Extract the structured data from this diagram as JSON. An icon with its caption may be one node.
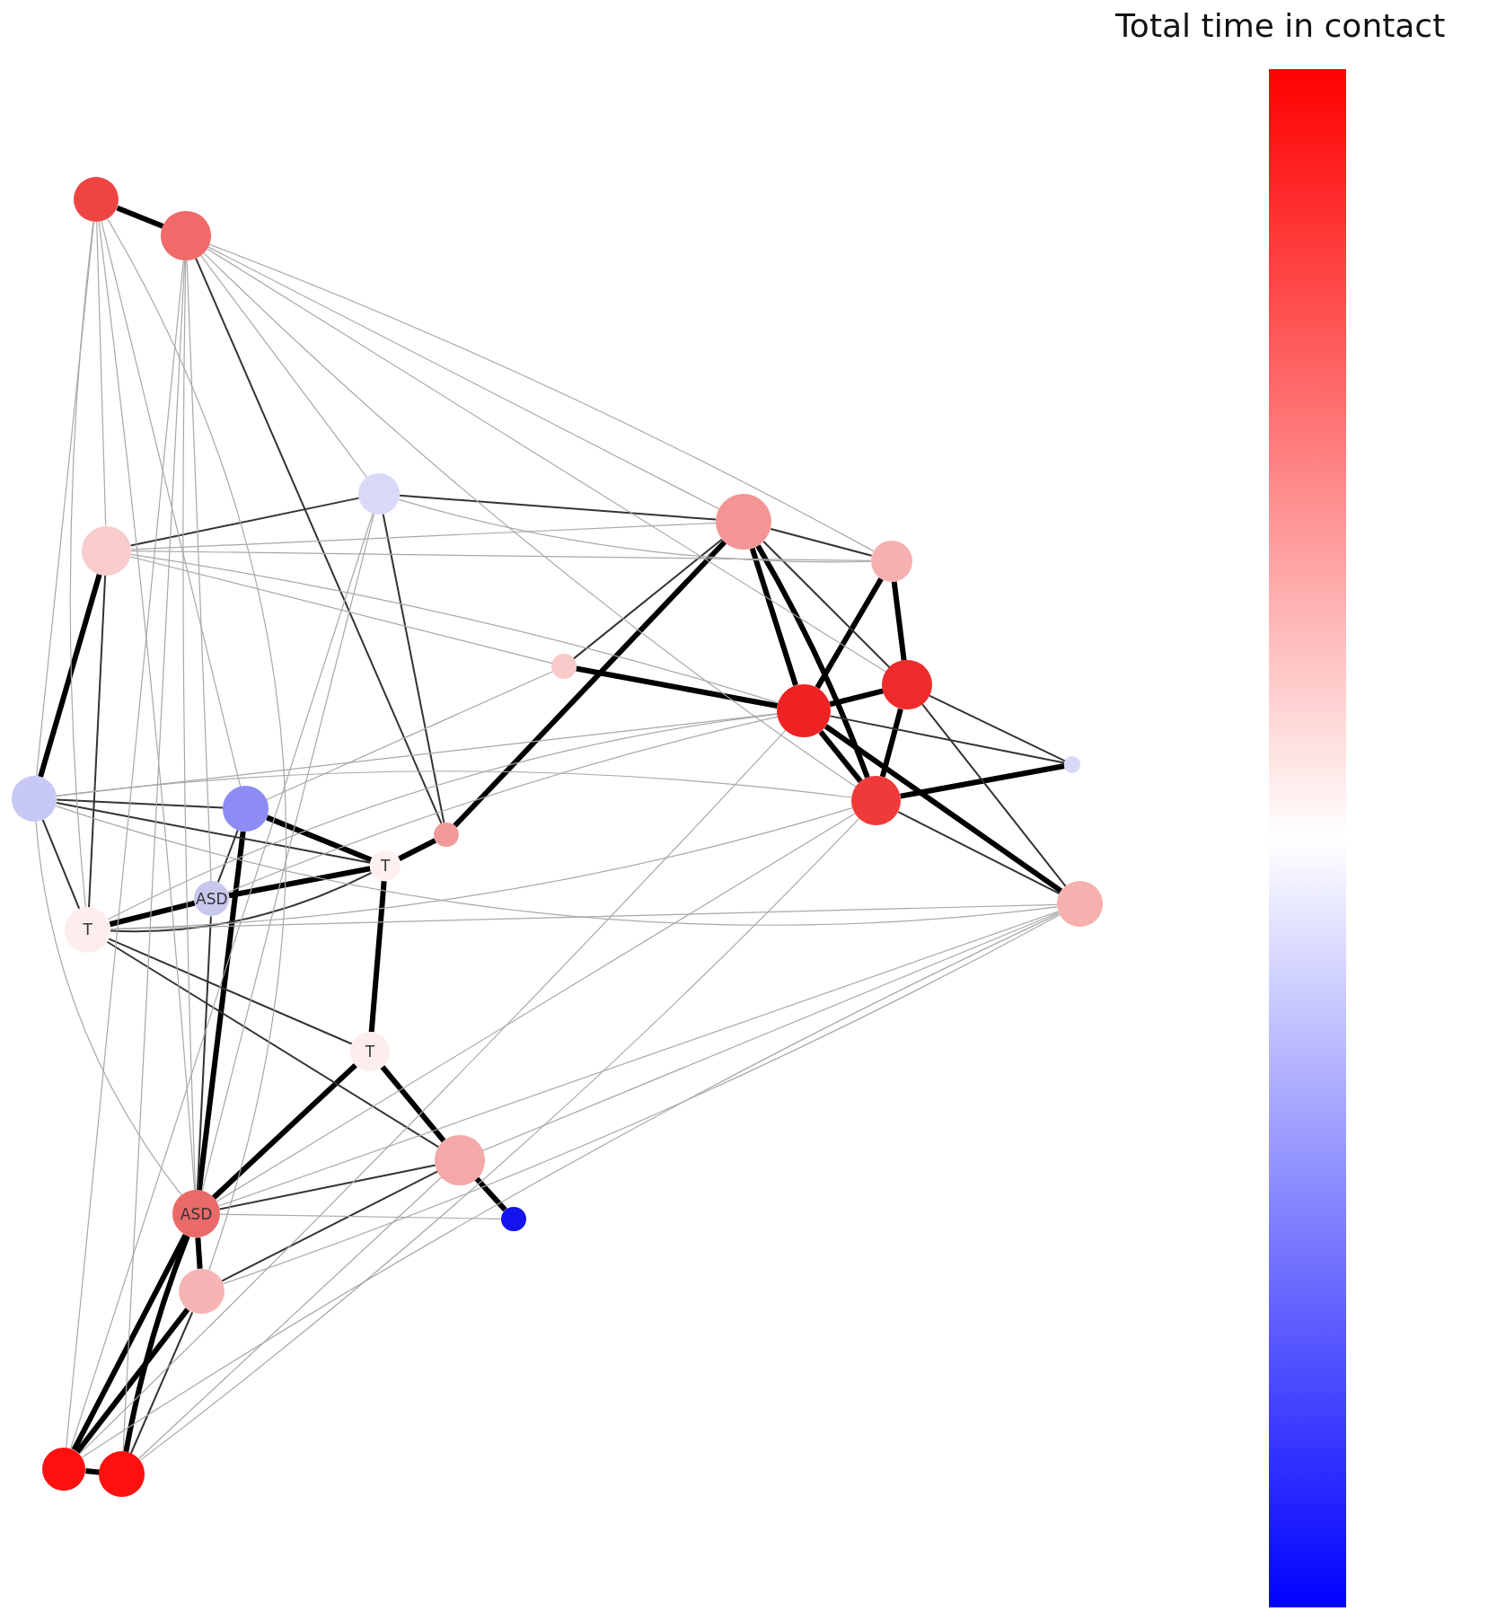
{
  "diagram": {
    "nodes": [
      {
        "text": [],
        "shape": "circle"
      },
      {
        "text": [],
        "shape": "circle"
      },
      {
        "text": [],
        "shape": "circle"
      },
      {
        "text": [],
        "shape": "circle"
      },
      {
        "text": [],
        "shape": "circle"
      },
      {
        "text": [],
        "shape": "circle"
      },
      {
        "text": [],
        "shape": "circle"
      },
      {
        "text": [],
        "shape": "circle"
      },
      {
        "text": [],
        "shape": "circle"
      },
      {
        "text": [],
        "shape": "circle"
      },
      {
        "text": [],
        "shape": "circle"
      },
      {
        "text": [],
        "shape": "circle"
      },
      {
        "text": [],
        "shape": "circle"
      },
      {
        "text": [],
        "shape": "circle"
      },
      {
        "text": [
          "T"
        ]
      },
      {
        "text": [
          "ASD"
        ]
      },
      {
        "text": [],
        "shape": "circle"
      },
      {
        "text": [
          "T"
        ]
      },
      {
        "text": [
          "T"
        ]
      },
      {
        "text": [],
        "shape": "circle"
      },
      {
        "text": [
          "ASD"
        ]
      },
      {
        "text": [],
        "shape": "circle"
      },
      {
        "text": [],
        "shape": "circle"
      },
      {
        "text": [],
        "shape": "circle"
      },
      {
        "text": [],
        "shape": "circle"
      }
    ],
    "edges": [
      {
        "from": 0,
        "to": 1,
        "arrow": "none",
        "style": "thick",
        "color": "#000000"
      },
      {
        "from": 3,
        "to": 8,
        "arrow": "none",
        "style": "thick",
        "color": "#000000"
      },
      {
        "from": 3,
        "to": 13,
        "arrow": "none",
        "style": "thick",
        "color": "#000000"
      },
      {
        "from": 3,
        "to": 11,
        "arrow": "none",
        "style": "thick",
        "color": "#000000"
      },
      {
        "from": 4,
        "to": 10,
        "arrow": "none",
        "style": "thick",
        "color": "#000000"
      },
      {
        "from": 5,
        "to": 7,
        "arrow": "none",
        "style": "thick",
        "color": "#000000"
      },
      {
        "from": 5,
        "to": 8,
        "arrow": "none",
        "style": "thick",
        "color": "#000000"
      },
      {
        "from": 6,
        "to": 8,
        "arrow": "none",
        "style": "thick",
        "color": "#000000"
      },
      {
        "from": 7,
        "to": 8,
        "arrow": "none",
        "style": "thick",
        "color": "#000000"
      },
      {
        "from": 7,
        "to": 11,
        "arrow": "none",
        "style": "thick",
        "color": "#000000"
      },
      {
        "from": 8,
        "to": 11,
        "arrow": "none",
        "style": "thick",
        "color": "#000000"
      },
      {
        "from": 8,
        "to": 16,
        "arrow": "none",
        "style": "thick",
        "color": "#000000"
      },
      {
        "from": 9,
        "to": 11,
        "arrow": "none",
        "style": "thick",
        "color": "#000000"
      },
      {
        "from": 12,
        "to": 14,
        "arrow": "none",
        "style": "thick",
        "color": "#000000"
      },
      {
        "from": 12,
        "to": 20,
        "arrow": "none",
        "style": "thick",
        "color": "#000000"
      },
      {
        "from": 13,
        "to": 14,
        "arrow": "none",
        "style": "thick",
        "color": "#000000"
      },
      {
        "from": 14,
        "to": 15,
        "arrow": "none",
        "style": "thick",
        "color": "#000000"
      },
      {
        "from": 14,
        "to": 18,
        "arrow": "none",
        "style": "thick",
        "color": "#000000"
      },
      {
        "from": 15,
        "to": 17,
        "arrow": "none",
        "style": "thick",
        "color": "#000000"
      },
      {
        "from": 18,
        "to": 19,
        "arrow": "none",
        "style": "thick",
        "color": "#000000"
      },
      {
        "from": 18,
        "to": 20,
        "arrow": "none",
        "style": "thick",
        "color": "#000000"
      },
      {
        "from": 19,
        "to": 21,
        "arrow": "none",
        "style": "thick",
        "color": "#000000"
      },
      {
        "from": 20,
        "to": 22,
        "arrow": "none",
        "style": "thick",
        "color": "#000000"
      },
      {
        "from": 20,
        "to": 23,
        "arrow": "none",
        "style": "thick",
        "color": "#000000"
      },
      {
        "from": 20,
        "to": 24,
        "arrow": "none",
        "style": "thick",
        "color": "#000000"
      },
      {
        "from": 22,
        "to": 23,
        "arrow": "none",
        "style": "thick",
        "color": "#000000"
      },
      {
        "from": 23,
        "to": 24,
        "arrow": "none",
        "style": "thick",
        "color": "#000000"
      },
      {
        "from": 1,
        "to": 13,
        "arrow": "none",
        "color": "#333333"
      },
      {
        "from": 2,
        "to": 3,
        "arrow": "none",
        "color": "#333333"
      },
      {
        "from": 2,
        "to": 13,
        "arrow": "none",
        "color": "#333333"
      },
      {
        "from": 3,
        "to": 5,
        "arrow": "none",
        "color": "#333333"
      },
      {
        "from": 3,
        "to": 6,
        "arrow": "none",
        "color": "#333333"
      },
      {
        "from": 3,
        "to": 7,
        "arrow": "none",
        "color": "#333333"
      },
      {
        "from": 4,
        "to": 17,
        "arrow": "none",
        "color": "#333333"
      },
      {
        "from": 7,
        "to": 16,
        "arrow": "none",
        "color": "#333333"
      },
      {
        "from": 7,
        "to": 9,
        "arrow": "none",
        "color": "#333333"
      },
      {
        "from": 8,
        "to": 9,
        "arrow": "none",
        "color": "#333333"
      },
      {
        "from": 10,
        "to": 12,
        "arrow": "none",
        "color": "#333333"
      },
      {
        "from": 10,
        "to": 17,
        "arrow": "none",
        "color": "#333333"
      },
      {
        "from": 12,
        "to": 15,
        "arrow": "none",
        "color": "#333333"
      },
      {
        "from": 14,
        "to": 17,
        "arrow": "none",
        "color": "#333333"
      },
      {
        "from": 15,
        "to": 20,
        "arrow": "none",
        "color": "#333333"
      },
      {
        "from": 17,
        "to": 18,
        "arrow": "none",
        "color": "#333333"
      },
      {
        "from": 17,
        "to": 19,
        "arrow": "none",
        "color": "#333333"
      },
      {
        "from": 19,
        "to": 20,
        "arrow": "none",
        "color": "#333333"
      },
      {
        "from": 19,
        "to": 22,
        "arrow": "none",
        "color": "#333333"
      },
      {
        "from": 22,
        "to": 24,
        "arrow": "none",
        "color": "#333333"
      },
      {
        "from": 2,
        "to": 4,
        "arrow": "none",
        "color": "#333333"
      },
      {
        "from": 11,
        "to": 16,
        "arrow": "none",
        "color": "#333333"
      },
      {
        "from": 10,
        "to": 14,
        "arrow": "none",
        "color": "#333333"
      },
      {
        "from": 0,
        "to": 4,
        "arrow": "none"
      },
      {
        "from": 0,
        "to": 10,
        "arrow": "none"
      },
      {
        "from": 0,
        "to": 17,
        "arrow": "none"
      },
      {
        "from": 0,
        "to": 20,
        "arrow": "none"
      },
      {
        "from": 0,
        "to": 22,
        "arrow": "none"
      },
      {
        "from": 0,
        "to": 12,
        "arrow": "none"
      },
      {
        "from": 1,
        "to": 3,
        "arrow": "none"
      },
      {
        "from": 1,
        "to": 5,
        "arrow": "none"
      },
      {
        "from": 1,
        "to": 2,
        "arrow": "none"
      },
      {
        "from": 1,
        "to": 20,
        "arrow": "none"
      },
      {
        "from": 1,
        "to": 23,
        "arrow": "none"
      },
      {
        "from": 1,
        "to": 24,
        "arrow": "none"
      },
      {
        "from": 1,
        "to": 15,
        "arrow": "none"
      },
      {
        "from": 2,
        "to": 5,
        "arrow": "none"
      },
      {
        "from": 2,
        "to": 20,
        "arrow": "none"
      },
      {
        "from": 2,
        "to": 23,
        "arrow": "none"
      },
      {
        "from": 3,
        "to": 4,
        "arrow": "none"
      },
      {
        "from": 4,
        "to": 5,
        "arrow": "none"
      },
      {
        "from": 4,
        "to": 8,
        "arrow": "none"
      },
      {
        "from": 6,
        "to": 12,
        "arrow": "none"
      },
      {
        "from": 4,
        "to": 6,
        "arrow": "none"
      },
      {
        "from": 8,
        "to": 10,
        "arrow": "none"
      },
      {
        "from": 8,
        "to": 17,
        "arrow": "none"
      },
      {
        "from": 8,
        "to": 15,
        "arrow": "none"
      },
      {
        "from": 8,
        "to": 23,
        "arrow": "none"
      },
      {
        "from": 11,
        "to": 24,
        "arrow": "none"
      },
      {
        "from": 10,
        "to": 11,
        "arrow": "none"
      },
      {
        "from": 16,
        "to": 22,
        "arrow": "none"
      },
      {
        "from": 16,
        "to": 23,
        "arrow": "none"
      },
      {
        "from": 16,
        "to": 19,
        "arrow": "none"
      },
      {
        "from": 19,
        "to": 24,
        "arrow": "none"
      },
      {
        "from": 10,
        "to": 20,
        "arrow": "none"
      },
      {
        "from": 16,
        "to": 17,
        "arrow": "none"
      },
      {
        "from": 11,
        "to": 17,
        "arrow": "none"
      },
      {
        "from": 11,
        "to": 20,
        "arrow": "none"
      },
      {
        "from": 16,
        "to": 20,
        "arrow": "none"
      },
      {
        "from": 20,
        "to": 21,
        "arrow": "none"
      },
      {
        "from": 10,
        "to": 16,
        "arrow": "none"
      },
      {
        "from": 1,
        "to": 7,
        "arrow": "none"
      },
      {
        "from": 1,
        "to": 11,
        "arrow": "none"
      }
    ],
    "labels": [
      "Total time in contact"
    ]
  }
}
